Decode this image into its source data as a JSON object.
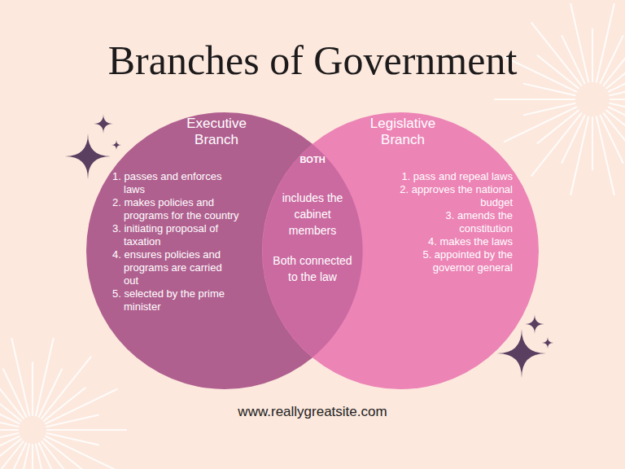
{
  "diagram": {
    "title": "Branches of Government",
    "nodes": [
      {
        "text": [
          "Executive Branch",
          "1. passes and enforces laws",
          "2. makes policies and programs for the country",
          "3. initiating proposal of taxation",
          "4. ensures policies and programs are carried out",
          "5. selected by the prime minister"
        ]
      },
      {
        "text": [
          "Legislative Branch",
          "1. pass and repeal laws",
          "2. approves the national budget",
          "3. amends the constitution",
          "4. makes the laws",
          "5. appointed by the governor general"
        ]
      },
      {
        "text": [
          "BOTH",
          "includes the cabinet members",
          "Both connected to the law"
        ]
      }
    ],
    "labels": [
      "www.reallygreatsite.com"
    ]
  }
}
